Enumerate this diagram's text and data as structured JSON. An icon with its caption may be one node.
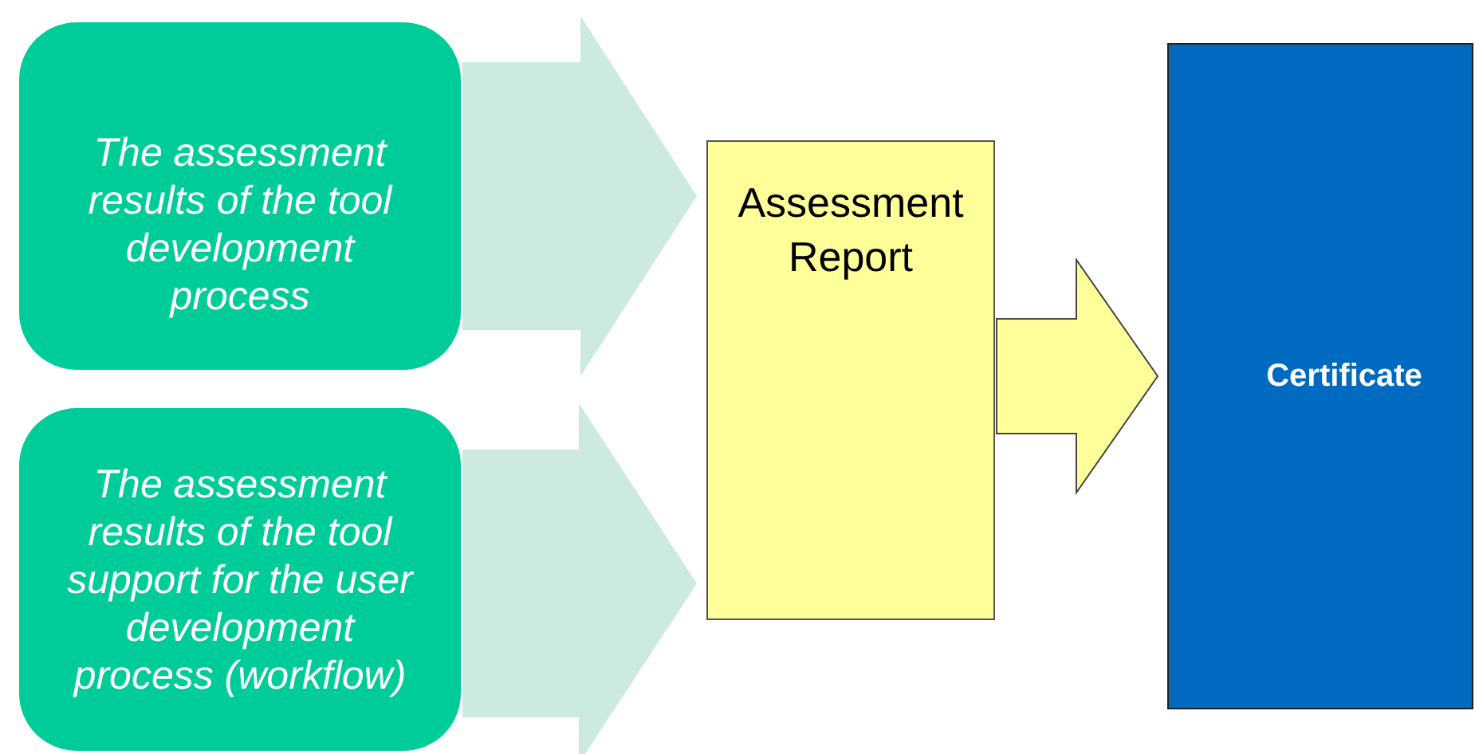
{
  "diagram": {
    "nodes": [
      {
        "text": [
          "The assessment results of the tool development process"
        ]
      },
      {
        "text": [
          "The assessment results of the tool support for the user development process (workflow)"
        ]
      },
      {
        "text": [
          "Assessment Report"
        ]
      },
      {
        "text": [
          "Certificate"
        ]
      }
    ],
    "edges": [
      {
        "from": 0,
        "to": 2,
        "arrow": "to",
        "style": "thick",
        "color": "#cdeadf"
      },
      {
        "from": 1,
        "to": 2,
        "arrow": "to",
        "style": "thick",
        "color": "#cdeadf"
      },
      {
        "from": 2,
        "to": 3,
        "arrow": "to",
        "style": "thick",
        "color": "#ffff99"
      }
    ]
  }
}
